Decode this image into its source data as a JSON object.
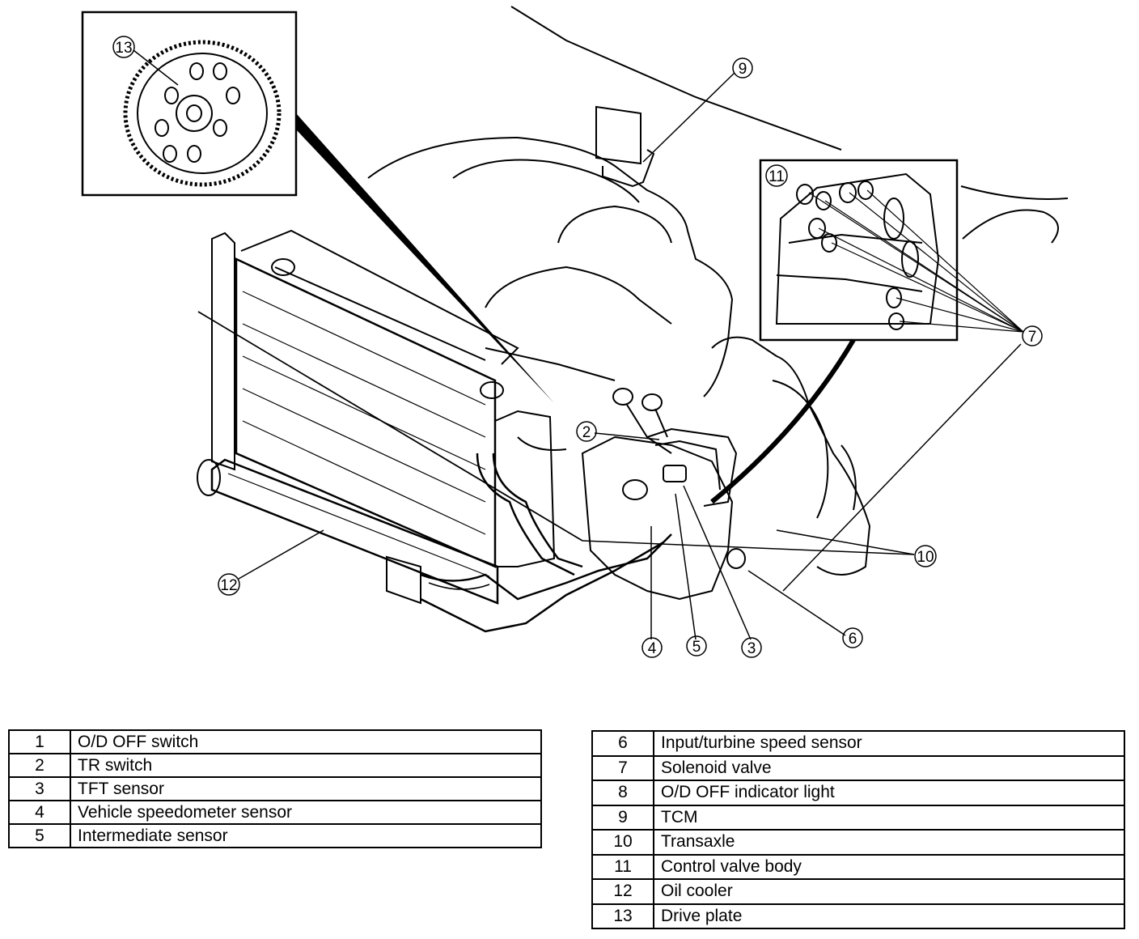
{
  "callouts": {
    "c2": "2",
    "c3": "3",
    "c4": "4",
    "c5": "5",
    "c6": "6",
    "c7": "7",
    "c9": "9",
    "c10": "10",
    "c11": "11",
    "c12": "12",
    "c13": "13"
  },
  "legend_left": [
    {
      "num": "1",
      "label": "O/D OFF switch"
    },
    {
      "num": "2",
      "label": "TR switch"
    },
    {
      "num": "3",
      "label": "TFT sensor"
    },
    {
      "num": "4",
      "label": "Vehicle speedometer sensor"
    },
    {
      "num": "5",
      "label": "Intermediate sensor"
    }
  ],
  "legend_right": [
    {
      "num": "6",
      "label": "Input/turbine speed sensor"
    },
    {
      "num": "7",
      "label": "Solenoid valve"
    },
    {
      "num": "8",
      "label": "O/D OFF indicator light"
    },
    {
      "num": "9",
      "label": "TCM"
    },
    {
      "num": "10",
      "label": "Transaxle"
    },
    {
      "num": "11",
      "label": "Control valve body"
    },
    {
      "num": "12",
      "label": "Oil cooler"
    },
    {
      "num": "13",
      "label": "Drive plate"
    }
  ]
}
